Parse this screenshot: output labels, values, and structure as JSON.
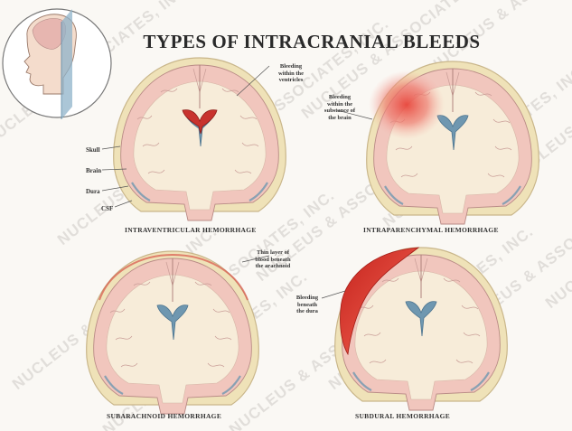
{
  "title": "TYPES OF INTRACRANIAL BLEEDS",
  "panels": [
    {
      "caption": "INTRAVENTRICULAR HEMORRHAGE",
      "note": "Bleeding\nwithin the\nventricles"
    },
    {
      "caption": "INTRAPARENCHYMAL HEMORRHAGE",
      "note": "Bleeding\nwithin the\nsubstance of\nthe brain"
    },
    {
      "caption": "SUBARACHNOID HEMORRHAGE",
      "note": "Thin layer of\nblood beneath\nthe arachnoid"
    },
    {
      "caption": "SUBDURAL HEMORRHAGE",
      "note": "Bleeding\nbeneath\nthe dura"
    }
  ],
  "labels": {
    "skull": "Skull",
    "brain": "Brain",
    "dura": "Dura",
    "csf": "CSF"
  },
  "watermark": "NUCLEUS & ASSOCIATES, INC.",
  "colors": {
    "brain_tissue": "#f1c6bd",
    "white_matter": "#f7ecd9",
    "skull": "#efe2b8",
    "ventricle": "#6f97b0",
    "hemorrhage": "#d0382f"
  }
}
